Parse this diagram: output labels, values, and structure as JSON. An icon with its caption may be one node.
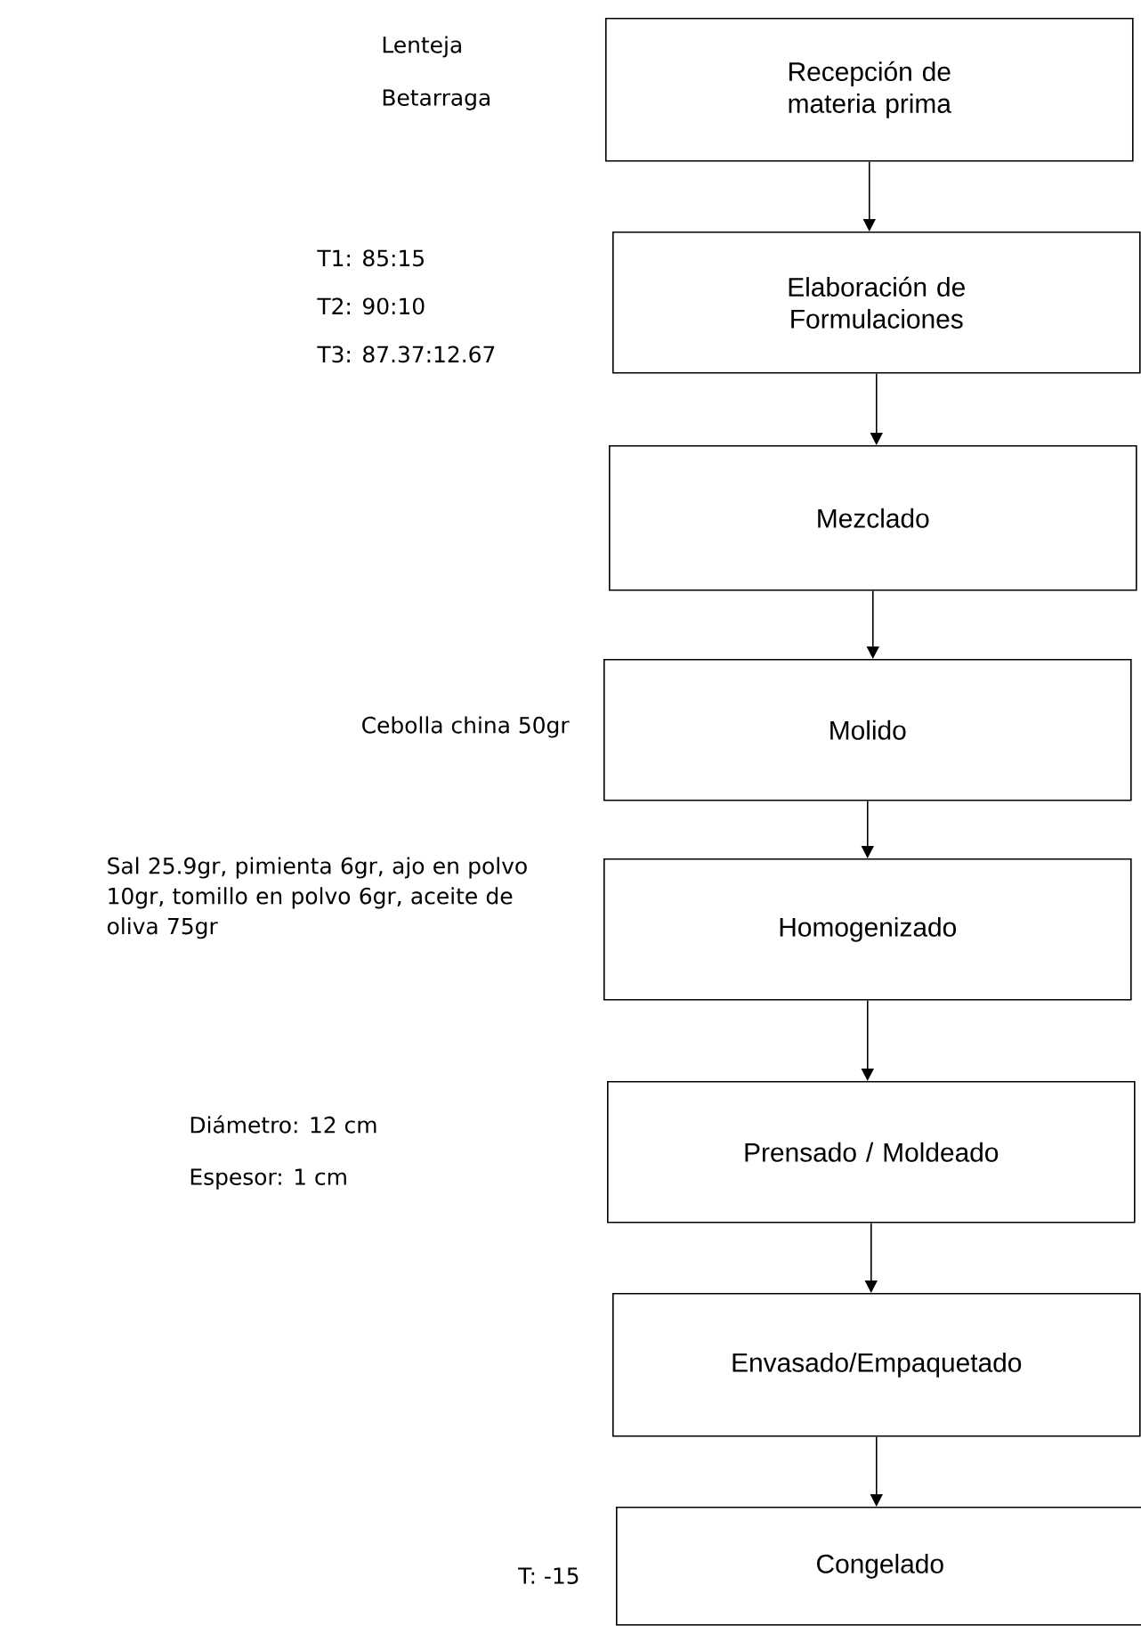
{
  "diagram": {
    "nodes": [
      {
        "text": [
          "Recepción de materia prima"
        ],
        "beside": [
          "Lenteja",
          "Betarraga"
        ]
      },
      {
        "text": [
          "Elaboración de Formulaciones"
        ],
        "beside": [
          "T1: 85:15",
          "T2: 90:10",
          "T3: 87.37:12.67"
        ]
      },
      {
        "text": [
          "Mezclado"
        ]
      },
      {
        "text": [
          "Molido"
        ],
        "beside": [
          "Cebolla china 50gr"
        ]
      },
      {
        "text": [
          "Homogenizado"
        ],
        "beside": [
          "Sal 25.9gr, pimienta 6gr, ajo en polvo 10gr, tomillo en polvo 6gr, aceite de oliva 75gr"
        ]
      },
      {
        "text": [
          "Prensado / Moldeado"
        ],
        "beside": [
          "Diámetro: 12 cm",
          "Espesor: 1 cm"
        ]
      },
      {
        "text": [
          "Envasado/Empaquetado"
        ]
      },
      {
        "text": [
          "Congelado"
        ],
        "beside": [
          "T: -15"
        ]
      }
    ],
    "edges": [
      {
        "from": 0,
        "to": 1,
        "arrow": "to"
      },
      {
        "from": 1,
        "to": 2,
        "arrow": "to"
      },
      {
        "from": 2,
        "to": 3,
        "arrow": "to"
      },
      {
        "from": 3,
        "to": 4,
        "arrow": "to"
      },
      {
        "from": 4,
        "to": 5,
        "arrow": "to"
      },
      {
        "from": 5,
        "to": 6,
        "arrow": "to"
      },
      {
        "from": 6,
        "to": 7,
        "arrow": "to"
      }
    ]
  }
}
